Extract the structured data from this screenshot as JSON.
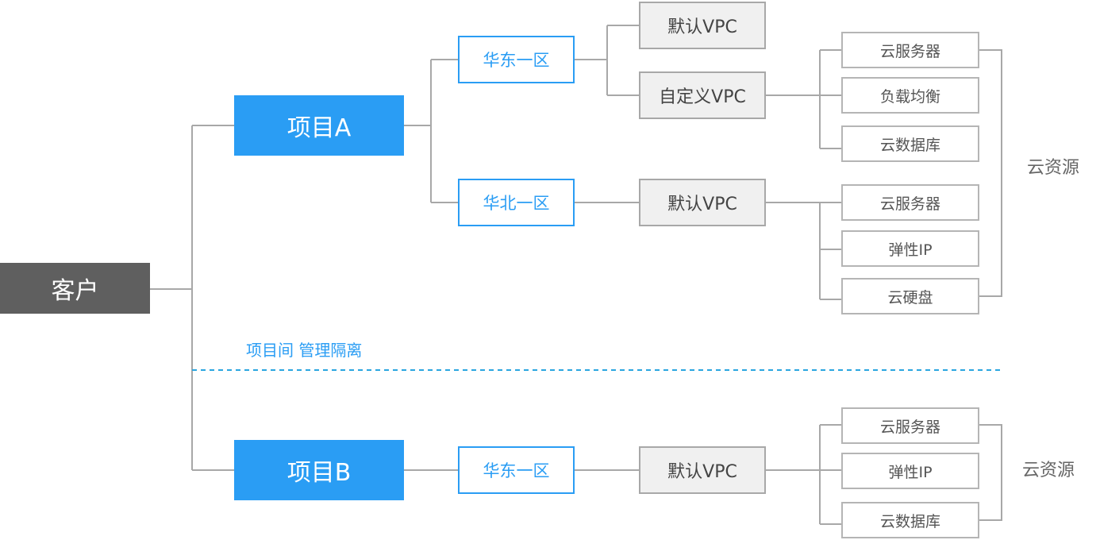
{
  "customer": "客户",
  "isolation_label": "项目间 管理隔离",
  "project_a": {
    "name": "项目A",
    "region_east": {
      "name": "华东一区",
      "vpc_default": "默认VPC",
      "vpc_custom": {
        "name": "自定义VPC",
        "resources": [
          "云服务器",
          "负载均衡",
          "云数据库"
        ]
      }
    },
    "region_north": {
      "name": "华北一区",
      "vpc_default": {
        "name": "默认VPC",
        "resources": [
          "云服务器",
          "弹性IP",
          "云硬盘"
        ]
      }
    },
    "resource_group_label": "云资源"
  },
  "project_b": {
    "name": "项目B",
    "region_east": {
      "name": "华东一区",
      "vpc_default": {
        "name": "默认VPC",
        "resources": [
          "云服务器",
          "弹性IP",
          "云数据库"
        ]
      }
    },
    "resource_group_label": "云资源"
  },
  "colors": {
    "customer_fill": "#5f5f5f",
    "project_fill": "#2a9df4",
    "region_border": "#2a9df4",
    "vpc_fill": "#f0f0f0",
    "connector": "#a8a8a8",
    "divider": "#2aa6e0"
  }
}
